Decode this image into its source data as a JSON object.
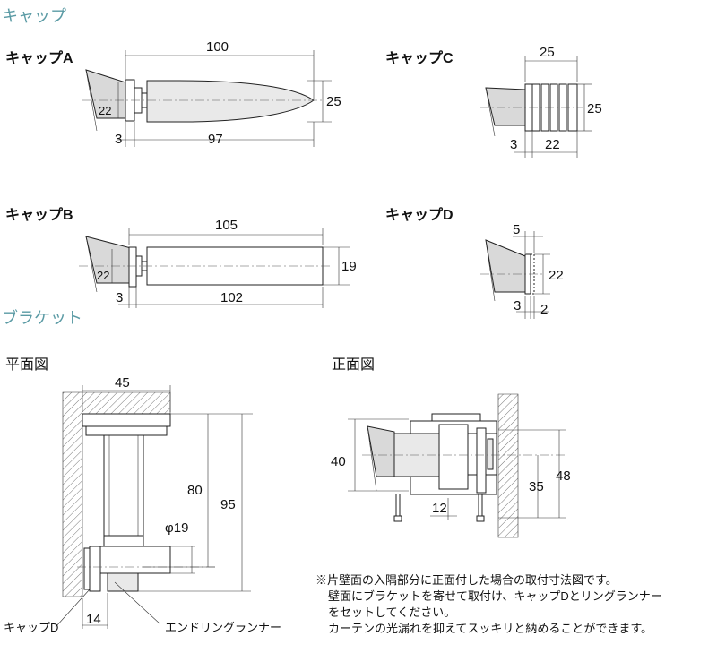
{
  "sections": {
    "caps_heading": "キャップ",
    "bracket_heading": "ブラケット"
  },
  "cap_a": {
    "title": "キャップA",
    "length_total": "100",
    "diameter": "25",
    "wall_dia": "22",
    "flange": "3",
    "body": "97"
  },
  "cap_b": {
    "title": "キャップB",
    "length_total": "105",
    "diameter": "19",
    "wall_dia": "22",
    "flange": "3",
    "body": "102"
  },
  "cap_c": {
    "title": "キャップC",
    "width": "25",
    "diameter": "25",
    "flange": "3",
    "body": "22"
  },
  "cap_d": {
    "title": "キャップD",
    "width": "5",
    "diameter": "22",
    "flange": "3",
    "body": "2"
  },
  "plan_view": {
    "title": "平面図",
    "width": "45",
    "depth_80": "80",
    "depth_95": "95",
    "pipe_dia": "φ19",
    "cap_offset": "14",
    "label_cap": "キャップD",
    "label_runner": "エンドリングランナー"
  },
  "front_view": {
    "title": "正面図",
    "height_40": "40",
    "height_35": "35",
    "height_48": "48",
    "offset_12": "12"
  },
  "note": {
    "line1": "※片壁面の入隅部分に正面付した場合の取付寸法図です。",
    "line2": "壁面にブラケットを寄せて取付け、キャップDとリングランナー",
    "line3": "をセットしてください。",
    "line4": "カーテンの光漏れを抑えてスッキリと納めることができます。"
  }
}
